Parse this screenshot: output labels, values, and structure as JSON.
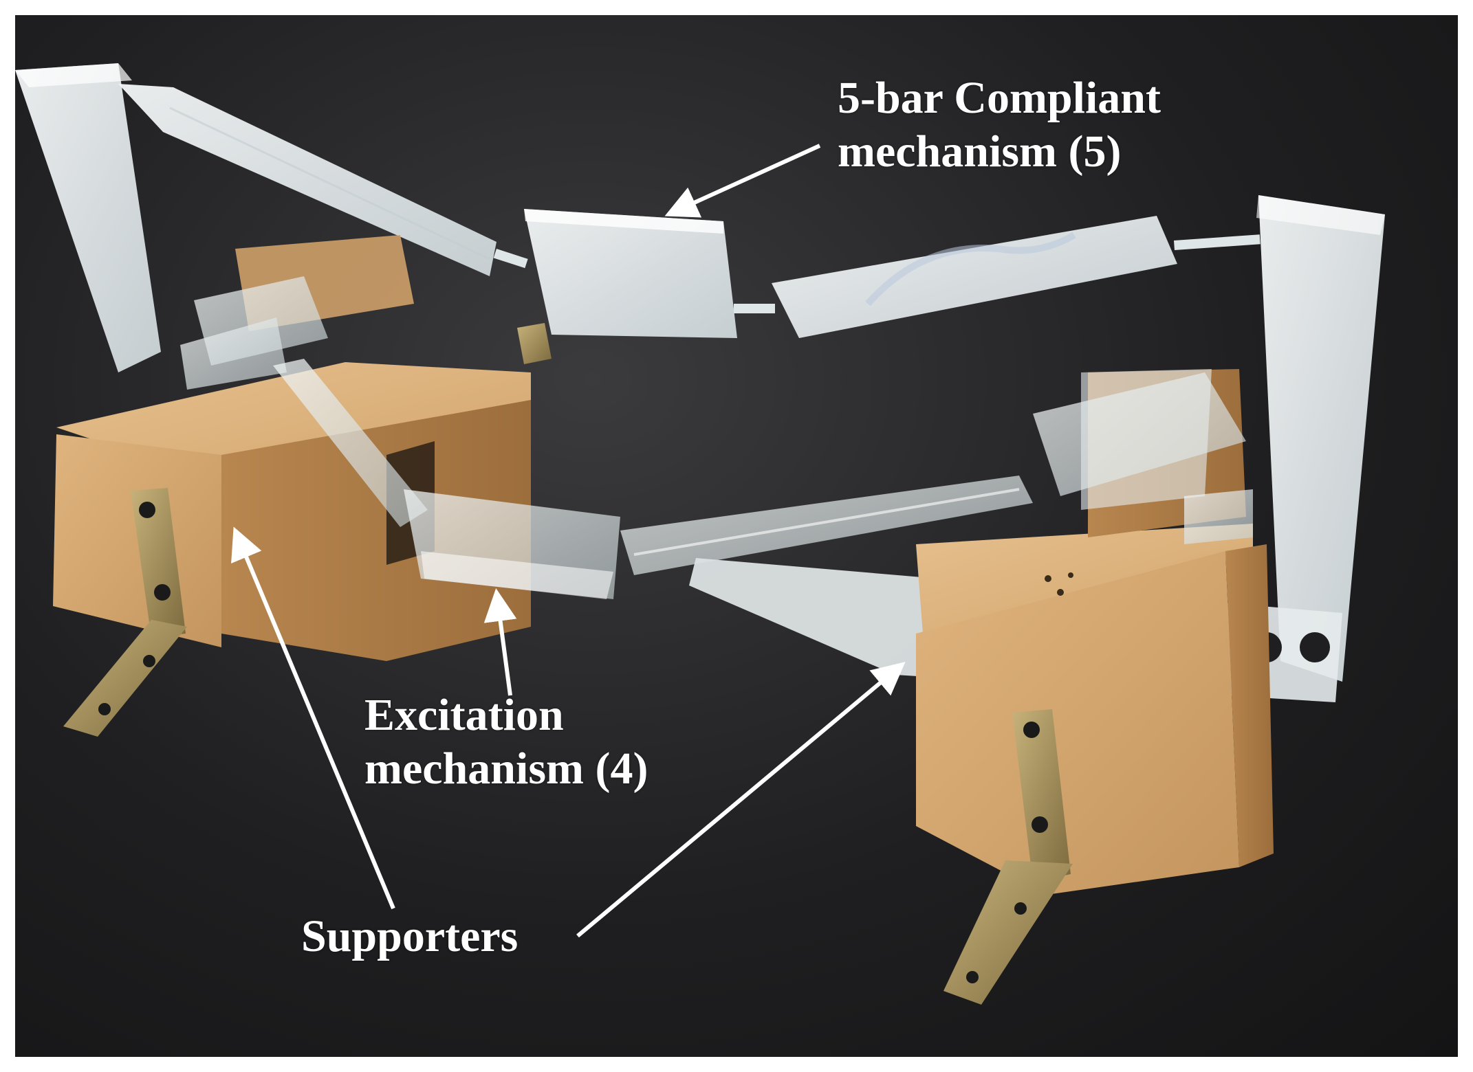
{
  "labels": {
    "five_bar": {
      "line1": "5-bar Compliant",
      "line2": "mechanism (5)"
    },
    "excitation": {
      "line1": "Excitation",
      "line2": "mechanism (4)"
    },
    "supporters": "Supporters"
  },
  "colors": {
    "background": "#1f1f21",
    "wood": "#d2a46c",
    "acrylic": "#e9eef0",
    "bracket": "#a08a55",
    "annotation": "#ffffff"
  }
}
